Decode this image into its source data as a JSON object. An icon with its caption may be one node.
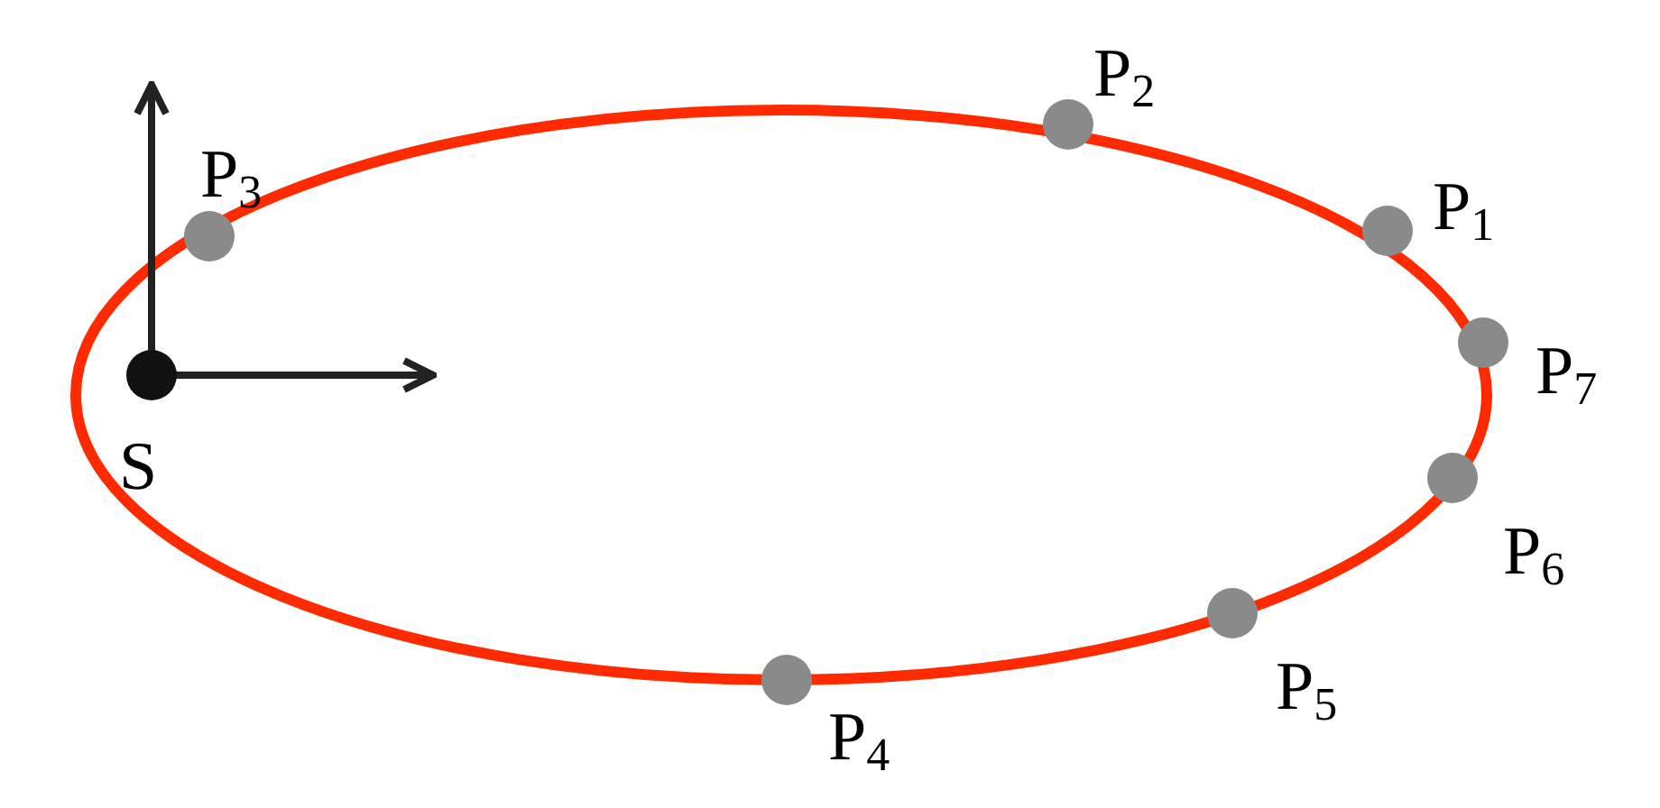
{
  "diagram": {
    "nodes": [
      {
        "text": [],
        "shape": "circle",
        "beside": [
          "S"
        ]
      },
      {
        "text": [],
        "shape": "circle",
        "beside": [
          "P$_{1}$"
        ]
      },
      {
        "text": [],
        "shape": "circle",
        "beside": [
          "P$_{2}$"
        ]
      },
      {
        "text": [],
        "shape": "circle",
        "beside": [
          "P$_{3}$"
        ]
      },
      {
        "text": [],
        "shape": "circle",
        "beside": [
          "P$_{4}$"
        ]
      },
      {
        "text": [],
        "shape": "circle",
        "beside": [
          "P$_{5}$"
        ]
      },
      {
        "text": [],
        "shape": "circle",
        "beside": [
          "P$_{6}$"
        ]
      },
      {
        "text": [],
        "shape": "circle",
        "beside": [
          "P$_{7}$"
        ]
      }
    ]
  }
}
